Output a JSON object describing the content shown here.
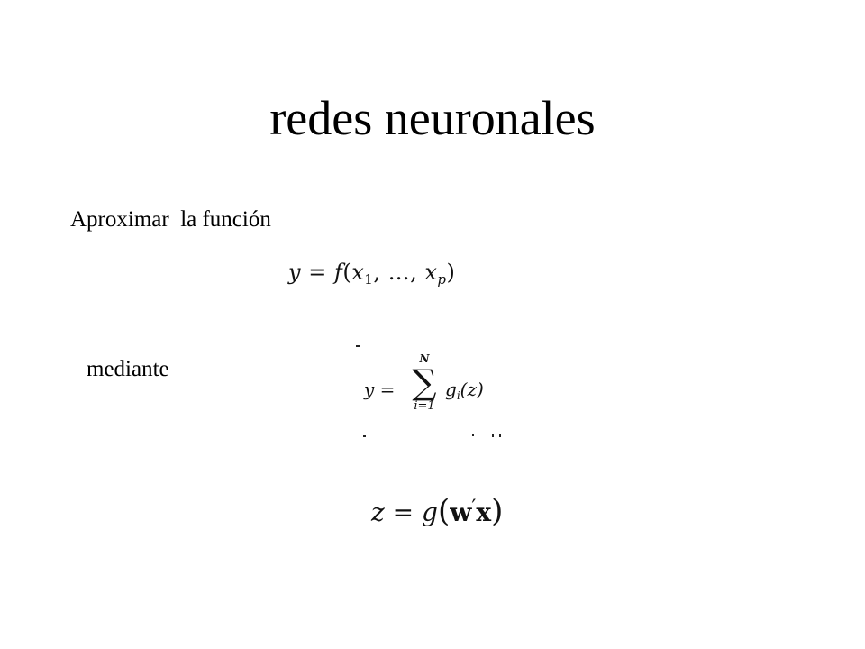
{
  "slide": {
    "title": "redes neuronales",
    "approx_label": "Aproximar  la función",
    "mediante_label": "mediante"
  },
  "equation1": {
    "lhs": "y",
    "eq": "=",
    "func": "f",
    "open": "(",
    "x1_base": "x",
    "x1_sub": "1",
    "sep1": ",",
    "dots": "…",
    "sep2": ",",
    "xp_base": "x",
    "xp_sub": "p",
    "close": ")"
  },
  "equation2": {
    "lhs": "y",
    "eq": "=",
    "sum_upper": "N",
    "sum_symbol": "∑",
    "sum_lower": "i=1",
    "func": "g",
    "func_sub": "i",
    "arg": "(z)"
  },
  "equation3": {
    "lhs": "z",
    "eq": "=",
    "func": "g",
    "open": "(",
    "w": "w",
    "prime": "′",
    "x": "x",
    "close": ")"
  }
}
